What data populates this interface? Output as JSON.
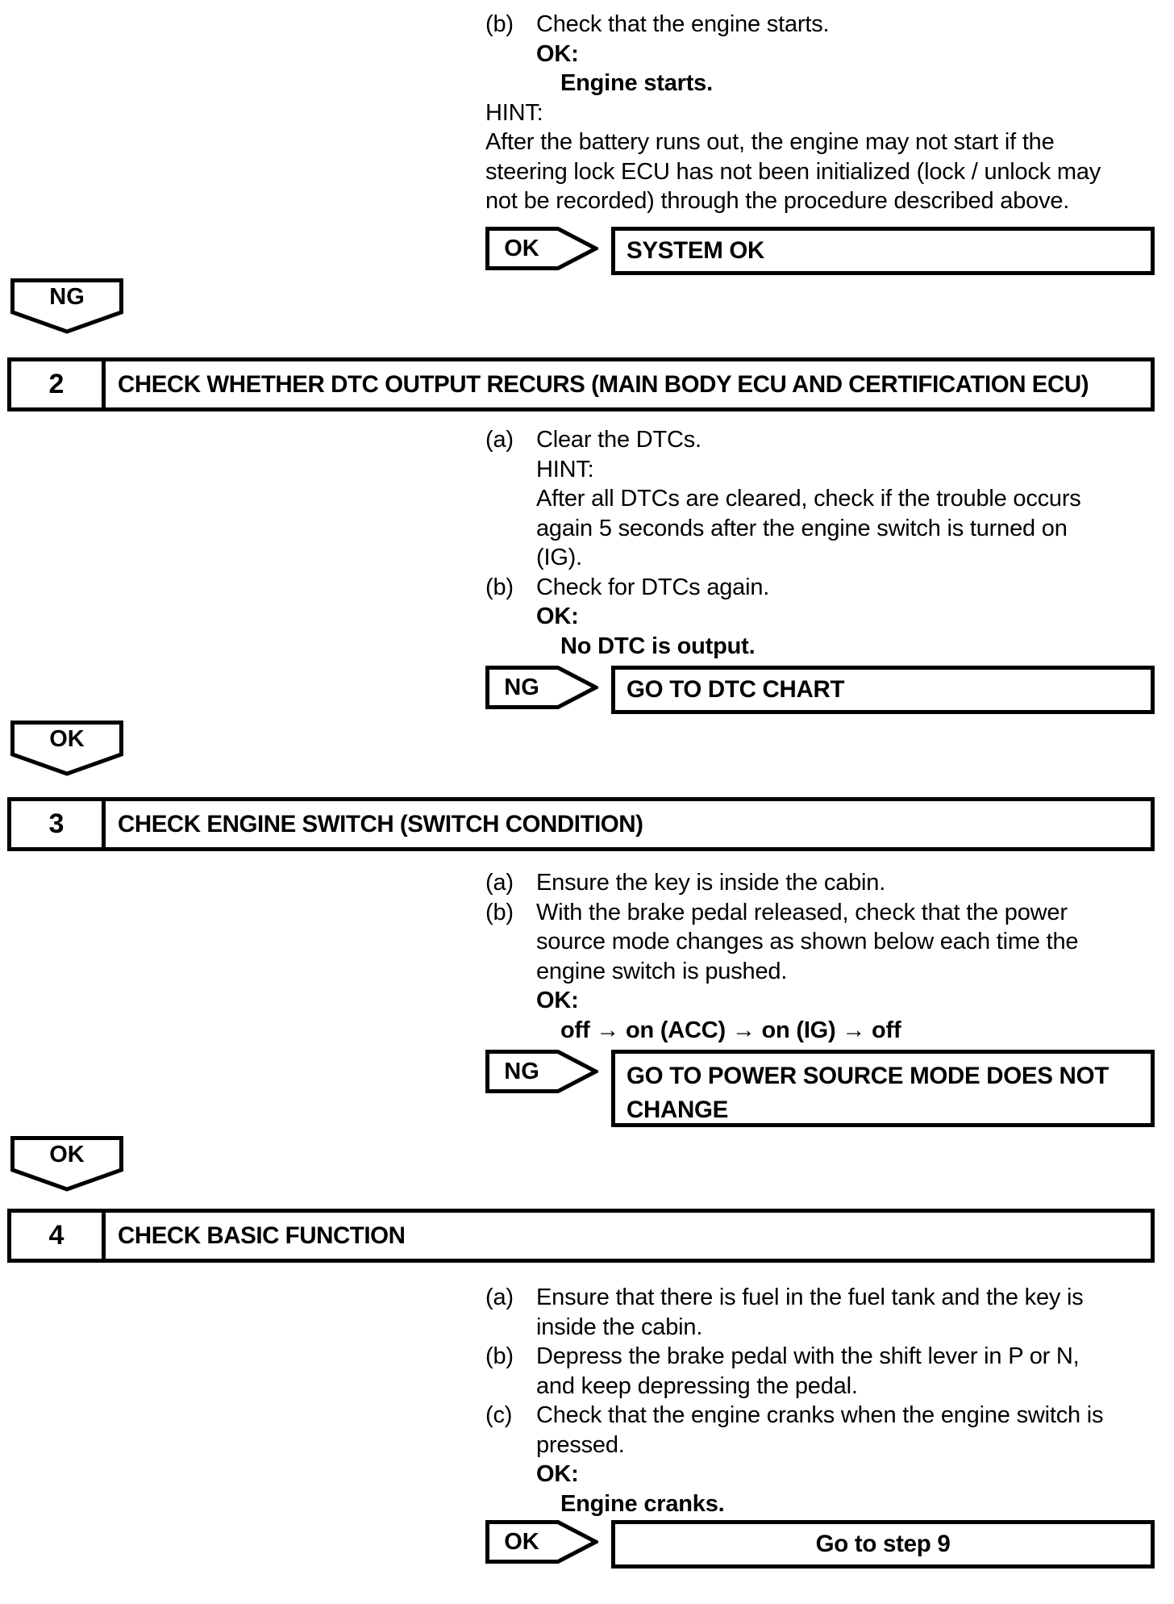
{
  "colors": {
    "ink": "#000000",
    "paper": "#ffffff"
  },
  "intro": {
    "lines": [
      {
        "m": "(b)",
        "t": "Check that the engine starts.",
        "b": false,
        "i": 1
      },
      {
        "m": null,
        "t": "OK:",
        "b": true,
        "i": 1
      },
      {
        "m": null,
        "t": "Engine starts.",
        "b": true,
        "i": 2
      },
      {
        "m": null,
        "t": "HINT:",
        "b": false,
        "i": 0
      },
      {
        "m": null,
        "t": "After the battery runs out, the engine may not start if the",
        "b": false,
        "i": 0
      },
      {
        "m": null,
        "t": "steering lock ECU has not been initialized (lock / unlock may",
        "b": false,
        "i": 0
      },
      {
        "m": null,
        "t": "not be recorded) through the procedure described above.",
        "b": false,
        "i": 0
      }
    ]
  },
  "results": {
    "system_ok": {
      "label": "OK",
      "text": "SYSTEM OK"
    },
    "dtc_chart": {
      "label": "NG",
      "text": "GO TO DTC CHART"
    },
    "power_mode": {
      "label": "NG",
      "text": "GO TO POWER SOURCE MODE DOES NOT CHANGE"
    },
    "step9": {
      "label": "OK",
      "text": "Go to step 9"
    }
  },
  "connectors": {
    "ng1": {
      "label": "NG"
    },
    "ok1": {
      "label": "OK"
    },
    "ok2": {
      "label": "OK"
    }
  },
  "steps": {
    "step2": {
      "number": "2",
      "title": "CHECK WHETHER DTC OUTPUT RECURS (MAIN BODY ECU AND CERTIFICATION ECU)",
      "lines": [
        {
          "m": "(a)",
          "t": "Clear the DTCs.",
          "b": false,
          "i": 1
        },
        {
          "m": null,
          "t": "HINT:",
          "b": false,
          "i": 1
        },
        {
          "m": null,
          "t": "After all DTCs are cleared, check if the trouble occurs",
          "b": false,
          "i": 1
        },
        {
          "m": null,
          "t": "again 5 seconds after the engine switch is turned on",
          "b": false,
          "i": 1
        },
        {
          "m": null,
          "t": "(IG).",
          "b": false,
          "i": 1
        },
        {
          "m": "(b)",
          "t": "Check for DTCs again.",
          "b": false,
          "i": 1
        },
        {
          "m": null,
          "t": "OK:",
          "b": true,
          "i": 1
        },
        {
          "m": null,
          "t": "No DTC is output.",
          "b": true,
          "i": 2
        }
      ]
    },
    "step3": {
      "number": "3",
      "title": "CHECK ENGINE SWITCH (SWITCH CONDITION)",
      "lines": [
        {
          "m": "(a)",
          "t": "Ensure the key is inside the cabin.",
          "b": false,
          "i": 1
        },
        {
          "m": "(b)",
          "t": "With the brake pedal released, check that the power",
          "b": false,
          "i": 1
        },
        {
          "m": null,
          "t": "source mode changes as shown below each time the",
          "b": false,
          "i": 1
        },
        {
          "m": null,
          "t": "engine switch is pushed.",
          "b": false,
          "i": 1
        },
        {
          "m": null,
          "t": "OK:",
          "b": true,
          "i": 1
        },
        {
          "m": null,
          "t": "off → on (ACC) → on (IG) → off",
          "b": true,
          "i": 2
        }
      ]
    },
    "step4": {
      "number": "4",
      "title": "CHECK BASIC FUNCTION",
      "lines": [
        {
          "m": "(a)",
          "t": "Ensure that there is fuel in the fuel tank and the key is",
          "b": false,
          "i": 1
        },
        {
          "m": null,
          "t": "inside the cabin.",
          "b": false,
          "i": 1
        },
        {
          "m": "(b)",
          "t": "Depress the brake pedal with the shift lever in P or N,",
          "b": false,
          "i": 1
        },
        {
          "m": null,
          "t": "and keep depressing the pedal.",
          "b": false,
          "i": 1
        },
        {
          "m": "(c)",
          "t": "Check that the engine cranks when the engine switch is",
          "b": false,
          "i": 1
        },
        {
          "m": null,
          "t": "pressed.",
          "b": false,
          "i": 1
        },
        {
          "m": null,
          "t": "OK:",
          "b": true,
          "i": 1
        },
        {
          "m": null,
          "t": "Engine cranks.",
          "b": true,
          "i": 2
        }
      ]
    }
  }
}
